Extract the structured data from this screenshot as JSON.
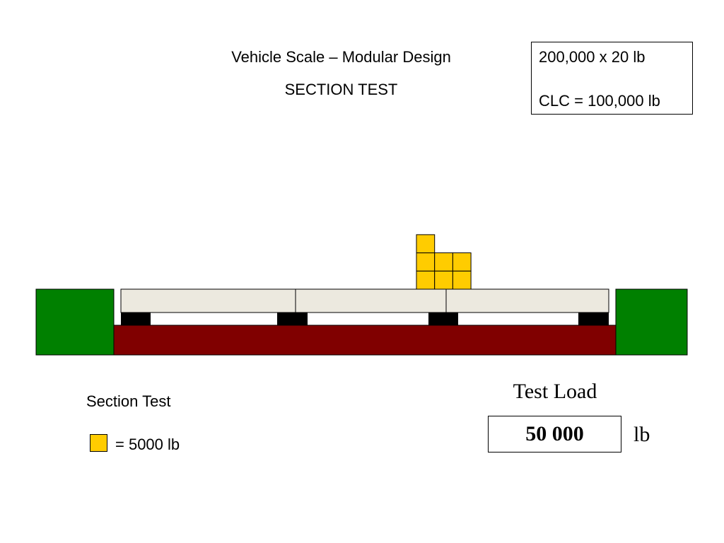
{
  "header": {
    "title": "Vehicle Scale – Modular Design",
    "subtitle": "SECTION TEST"
  },
  "spec_box": {
    "line1": "200,000 x 20 lb",
    "line2": "CLC = 100,000 lb"
  },
  "diagram": {
    "colors": {
      "approach": "#008000",
      "foundation": "#800000",
      "deck": "#ece9df",
      "load_cell": "#000000",
      "test_weight": "#ffcc00"
    },
    "deck_sections": 3,
    "load_cell_count": 4,
    "test_weight_columns": [
      3,
      2,
      2
    ],
    "test_weight_count": 7
  },
  "legend": {
    "title": "Section Test",
    "swatch_color": "#ffcc00",
    "text": "= 5000 lb"
  },
  "test_load": {
    "title": "Test Load",
    "value": "50 000",
    "unit": "lb"
  }
}
